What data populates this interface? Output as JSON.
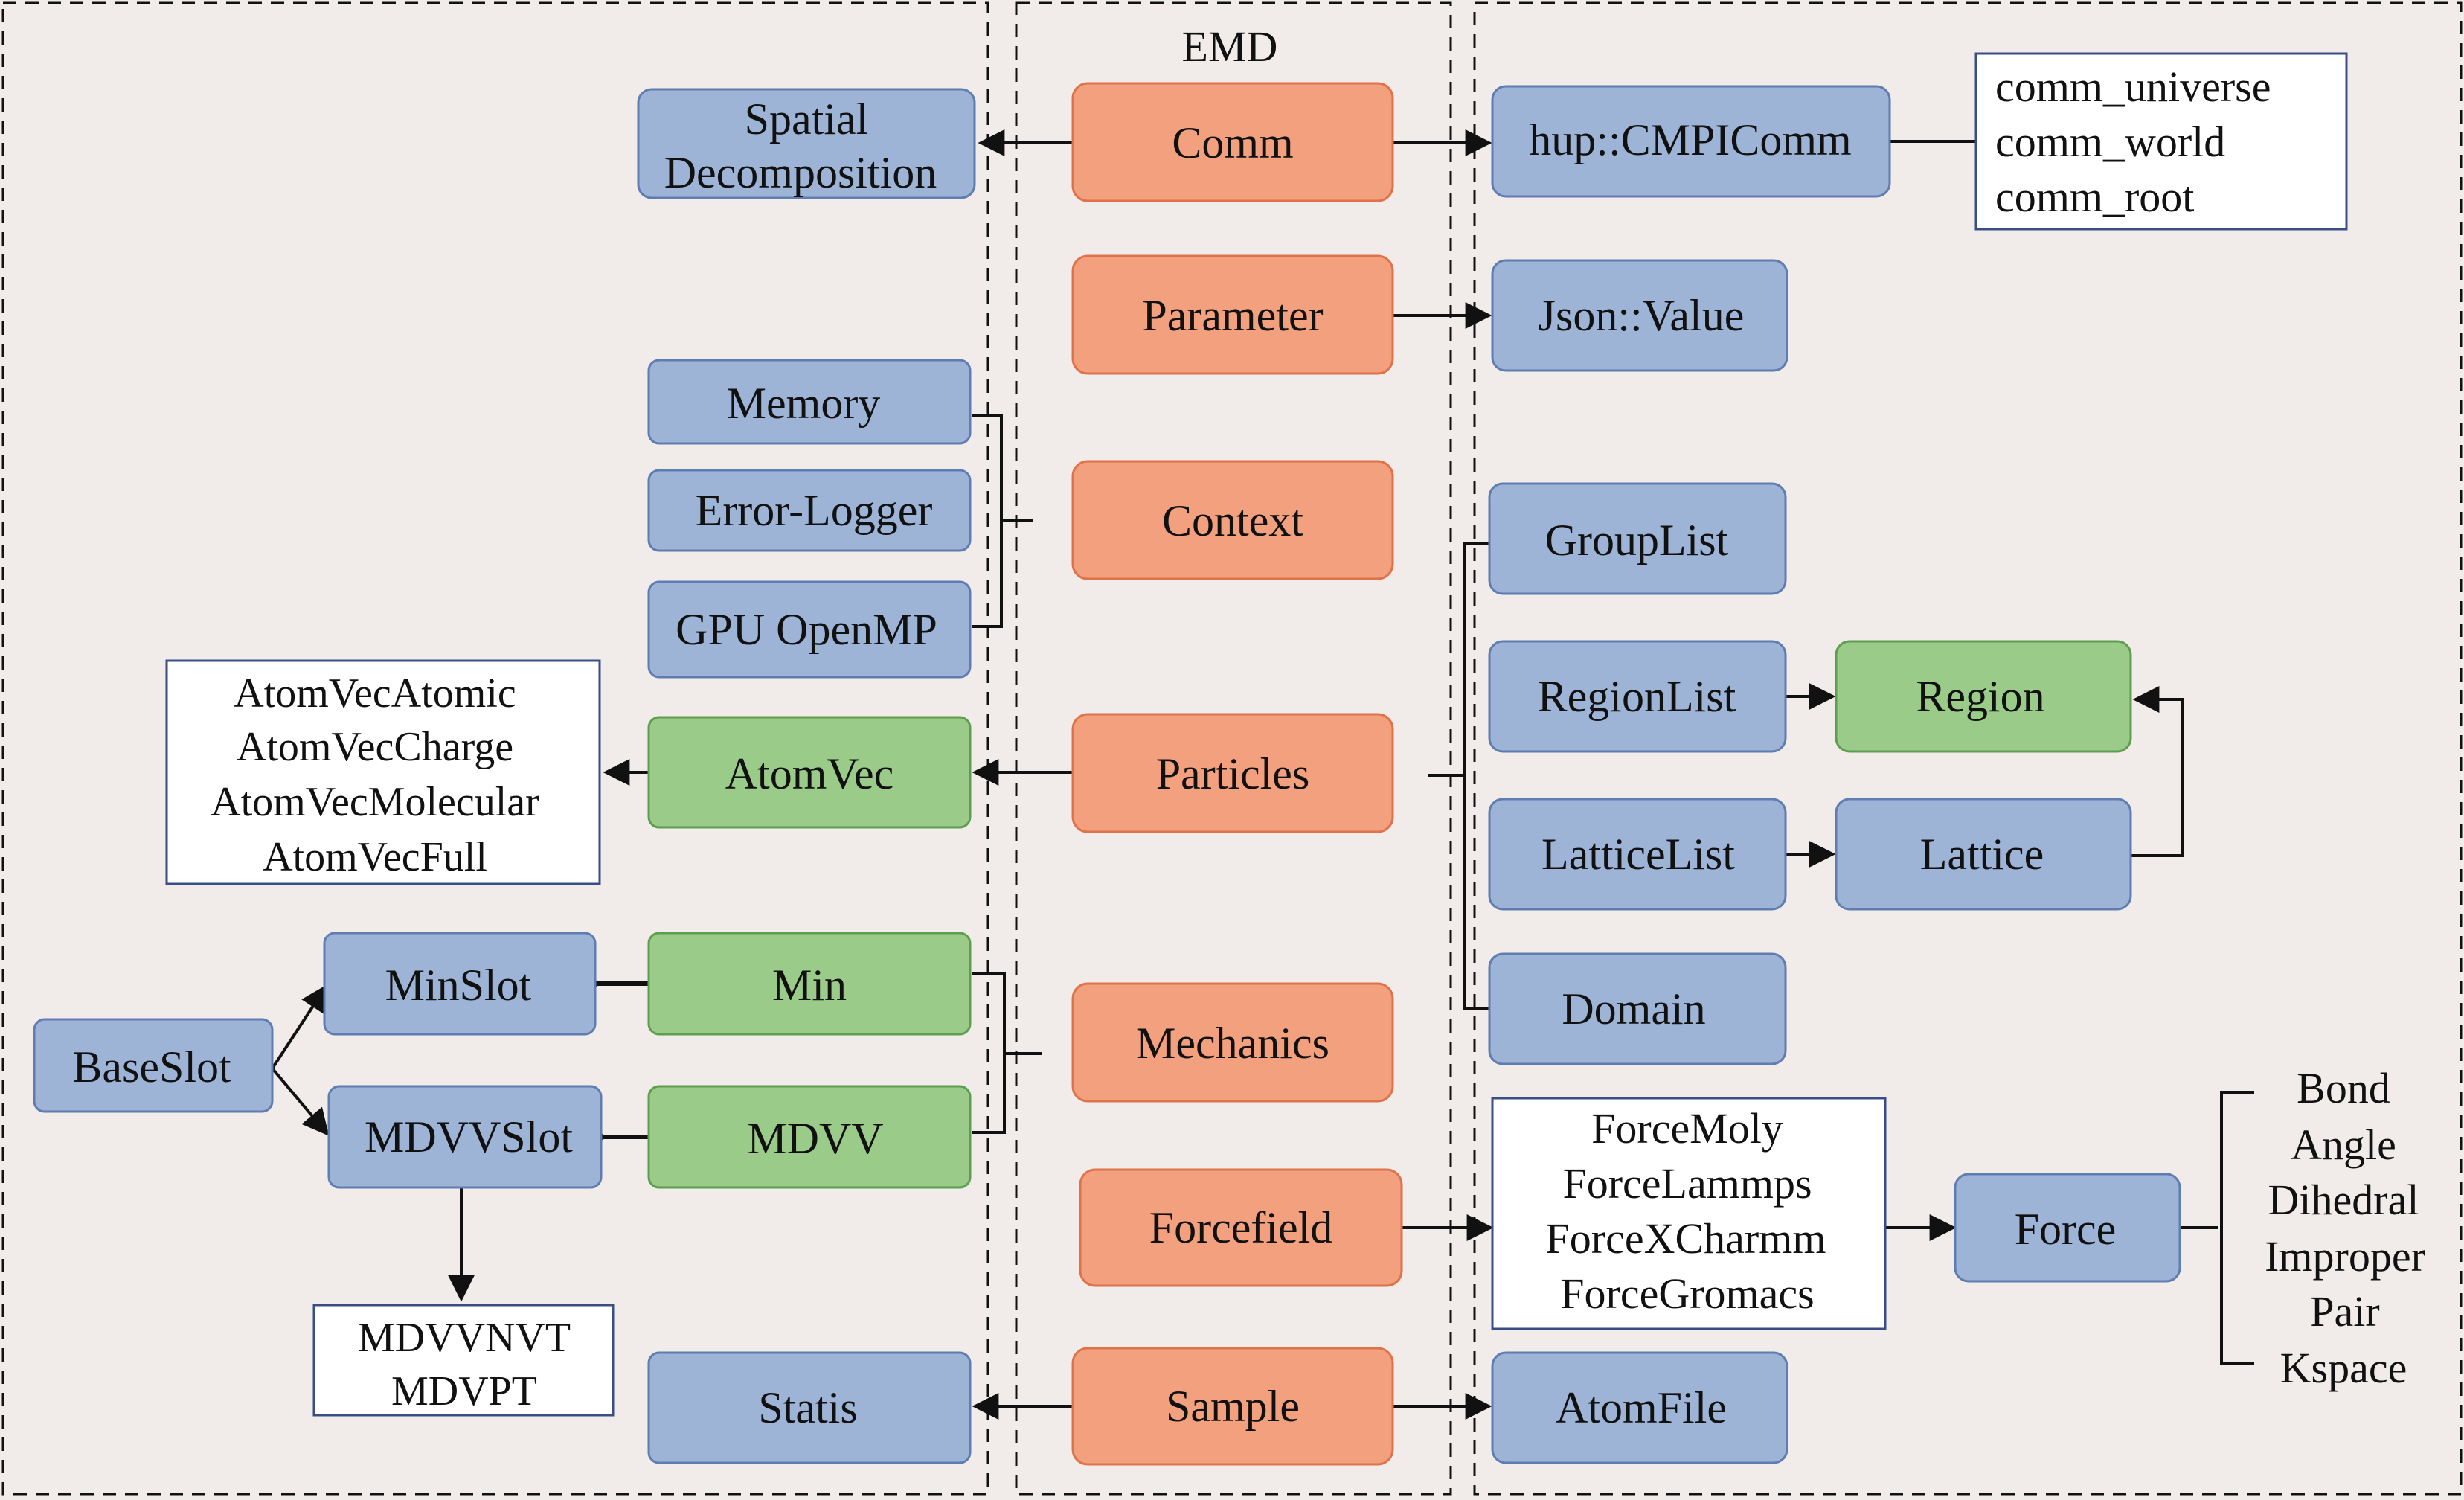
{
  "title": "EMD",
  "colors": {
    "background": "#F1ECEA",
    "orange_fill": "#F2A07E",
    "orange_stroke": "#E0724A",
    "blue_fill": "#9EB4D7",
    "blue_stroke": "#5F7DB0",
    "green_fill": "#9BCB89",
    "green_stroke": "#5E9E50",
    "list_fill": "#FFFFFF",
    "list_stroke": "#3A4E86",
    "line": "#111111"
  },
  "center": {
    "comm": "Comm",
    "parameter": "Parameter",
    "context": "Context",
    "particles": "Particles",
    "mechanics": "Mechanics",
    "forcefield": "Forcefield",
    "sample": "Sample"
  },
  "left": {
    "spatial_line1": "Spatial",
    "spatial_line2": "Decomposition",
    "memory": "Memory",
    "error_logger": "Error-Logger",
    "gpu_openmp": "GPU OpenMP",
    "atomvec": "AtomVec",
    "atomvec_types": [
      "AtomVecAtomic",
      "AtomVecCharge",
      "AtomVecMolecular",
      "AtomVecFull"
    ],
    "minslot": "MinSlot",
    "min": "Min",
    "baseslot": "BaseSlot",
    "mdvvslot": "MDVVSlot",
    "mdvv": "MDVV",
    "mdvv_types": [
      "MDVVNVT",
      "MDVPT"
    ],
    "statis": "Statis"
  },
  "right": {
    "cmpicomm": "hup::CMPIComm",
    "comm_list": [
      "comm_universe",
      "comm_world",
      "comm_root"
    ],
    "json_value": "Json::Value",
    "grouplist": "GroupList",
    "regionlist": "RegionList",
    "region": "Region",
    "latticelist": "LatticeList",
    "lattice": "Lattice",
    "domain": "Domain",
    "force_types": [
      "ForceMoly",
      "ForceLammps",
      "ForceXCharmm",
      "ForceGromacs"
    ],
    "force": "Force",
    "force_terms": [
      "Bond",
      "Angle",
      "Dihedral",
      "Improper",
      "Pair",
      "Kspace"
    ],
    "atomfile": "AtomFile"
  }
}
